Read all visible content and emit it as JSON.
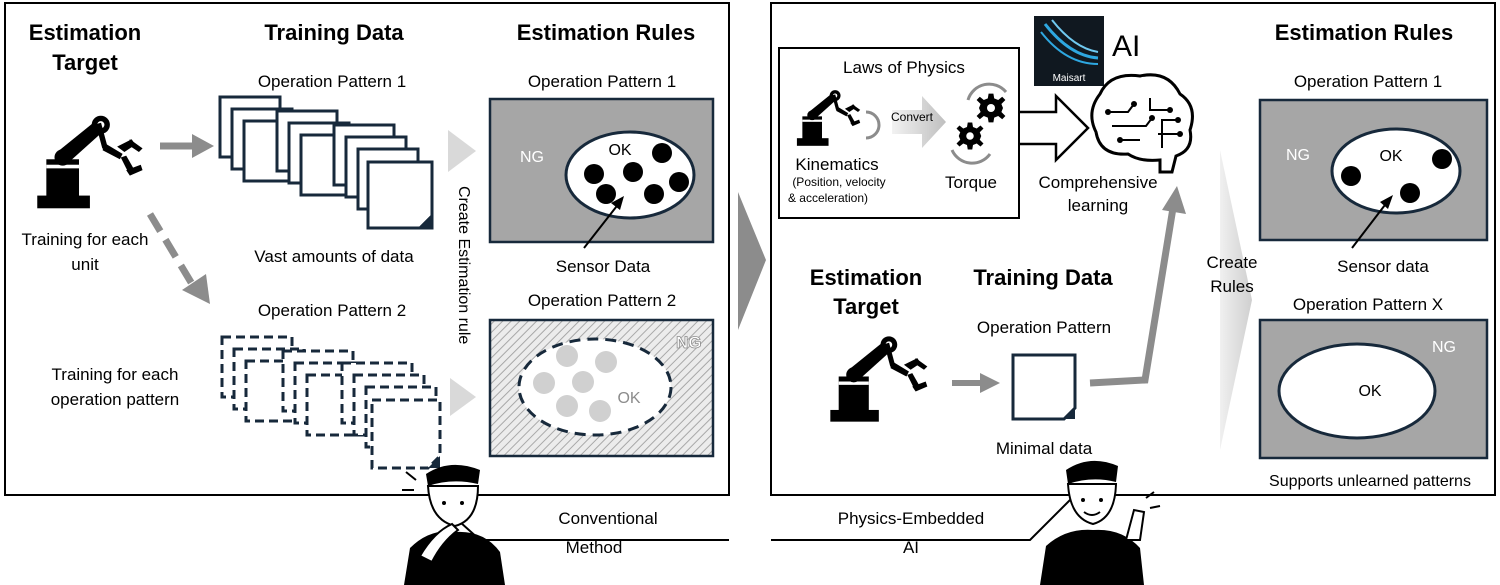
{
  "left_panel": {
    "estimation_target_line1": "Estimation",
    "estimation_target_line2": "Target",
    "training_data_heading": "Training Data",
    "estimation_rules_heading": "Estimation Rules",
    "pattern1_label": "Operation Pattern 1",
    "pattern2_label": "Operation Pattern 2",
    "rules_pattern1_label": "Operation Pattern 1",
    "rules_pattern2_label": "Operation Pattern 2",
    "training_each_unit_line1": "Training for each",
    "training_each_unit_line2": "unit",
    "training_each_pattern_line1": "Training for each",
    "training_each_pattern_line2": "operation pattern",
    "vast_data": "Vast amounts of data",
    "create_rule_vertical": "Create Estimation rule",
    "ng": "NG",
    "ok": "OK",
    "sensor_data": "Sensor Data",
    "method_line1": "Conventional",
    "method_line2": "Method"
  },
  "right_panel": {
    "laws_of_physics": "Laws of Physics",
    "convert": "Convert",
    "kinematics": "Kinematics",
    "kinematics_detail_line1": "(Position, velocity",
    "kinematics_detail_line2": "& acceleration)",
    "torque": "Torque",
    "logo_text": "Maisart",
    "ai": "AI",
    "comprehensive_line1": "Comprehensive",
    "comprehensive_line2": "learning",
    "estimation_target_line1": "Estimation",
    "estimation_target_line2": "Target",
    "training_data_heading": "Training Data",
    "operation_pattern": "Operation Pattern",
    "minimal_data": "Minimal data",
    "create_rules_line1": "Create",
    "create_rules_line2": "Rules",
    "estimation_rules_heading": "Estimation Rules",
    "rules_pattern1_label": "Operation Pattern 1",
    "rules_patternx_label": "Operation Pattern X",
    "ng": "NG",
    "ok": "OK",
    "sensor_data": "Sensor data",
    "supports_unlearned": "Supports unlearned patterns",
    "method_line1": "Physics-Embedded",
    "method_line2": "AI"
  },
  "colors": {
    "border": "#000000",
    "dark_navy": "#17293b",
    "rule_gray": "#a6a6a6",
    "arrow_gray": "#8c8c8c",
    "light_arrow": "#d9d9d9",
    "ghost_dot": "#d0d0d0",
    "logo_bg": "#101820",
    "logo_blue": "#2ea7e0"
  }
}
